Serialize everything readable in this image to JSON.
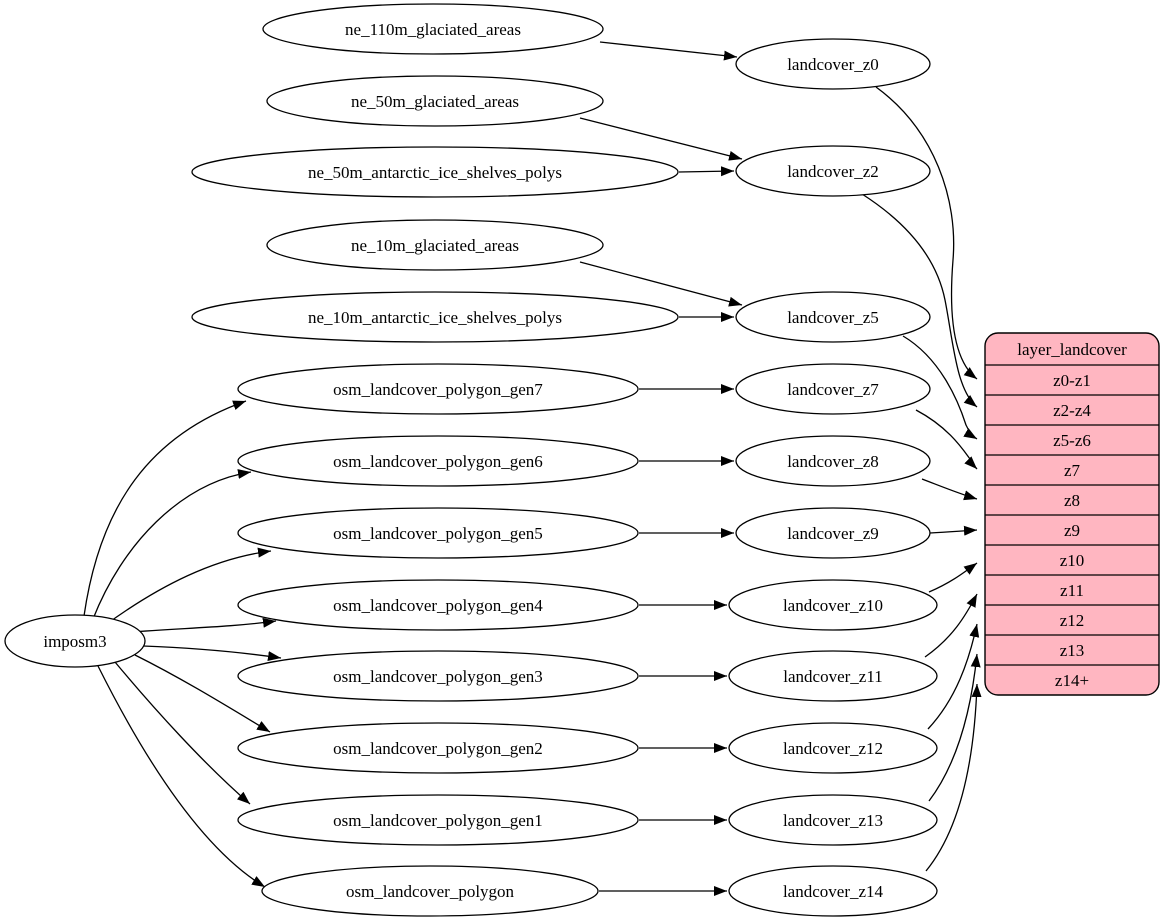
{
  "diagram": {
    "background_color": "#ffffff",
    "edge_color": "#000000",
    "node_fill": "#ffffff",
    "node_stroke": "#000000",
    "root": {
      "id": "imposm3",
      "label": "imposm3"
    },
    "sources": [
      {
        "id": "ne_110m_glaciated_areas",
        "label": "ne_110m_glaciated_areas"
      },
      {
        "id": "ne_50m_glaciated_areas",
        "label": "ne_50m_glaciated_areas"
      },
      {
        "id": "ne_50m_antarctic_ice_shelves_polys",
        "label": "ne_50m_antarctic_ice_shelves_polys"
      },
      {
        "id": "ne_10m_glaciated_areas",
        "label": "ne_10m_glaciated_areas"
      },
      {
        "id": "ne_10m_antarctic_ice_shelves_polys",
        "label": "ne_10m_antarctic_ice_shelves_polys"
      },
      {
        "id": "osm_landcover_polygon_gen7",
        "label": "osm_landcover_polygon_gen7"
      },
      {
        "id": "osm_landcover_polygon_gen6",
        "label": "osm_landcover_polygon_gen6"
      },
      {
        "id": "osm_landcover_polygon_gen5",
        "label": "osm_landcover_polygon_gen5"
      },
      {
        "id": "osm_landcover_polygon_gen4",
        "label": "osm_landcover_polygon_gen4"
      },
      {
        "id": "osm_landcover_polygon_gen3",
        "label": "osm_landcover_polygon_gen3"
      },
      {
        "id": "osm_landcover_polygon_gen2",
        "label": "osm_landcover_polygon_gen2"
      },
      {
        "id": "osm_landcover_polygon_gen1",
        "label": "osm_landcover_polygon_gen1"
      },
      {
        "id": "osm_landcover_polygon",
        "label": "osm_landcover_polygon"
      }
    ],
    "intermediates": [
      {
        "id": "landcover_z0",
        "label": "landcover_z0"
      },
      {
        "id": "landcover_z2",
        "label": "landcover_z2"
      },
      {
        "id": "landcover_z5",
        "label": "landcover_z5"
      },
      {
        "id": "landcover_z7",
        "label": "landcover_z7"
      },
      {
        "id": "landcover_z8",
        "label": "landcover_z8"
      },
      {
        "id": "landcover_z9",
        "label": "landcover_z9"
      },
      {
        "id": "landcover_z10",
        "label": "landcover_z10"
      },
      {
        "id": "landcover_z11",
        "label": "landcover_z11"
      },
      {
        "id": "landcover_z12",
        "label": "landcover_z12"
      },
      {
        "id": "landcover_z13",
        "label": "landcover_z13"
      },
      {
        "id": "landcover_z14",
        "label": "landcover_z14"
      }
    ],
    "table": {
      "title": "layer_landcover",
      "fill": "#ffb6c1",
      "stroke": "#000000",
      "rows": [
        "z0-z1",
        "z2-z4",
        "z5-z6",
        "z7",
        "z8",
        "z9",
        "z10",
        "z11",
        "z12",
        "z13",
        "z14+"
      ]
    },
    "edges": [
      {
        "from": "ne_110m_glaciated_areas",
        "to": "landcover_z0"
      },
      {
        "from": "ne_50m_glaciated_areas",
        "to": "landcover_z2"
      },
      {
        "from": "ne_50m_antarctic_ice_shelves_polys",
        "to": "landcover_z2"
      },
      {
        "from": "ne_10m_glaciated_areas",
        "to": "landcover_z5"
      },
      {
        "from": "ne_10m_antarctic_ice_shelves_polys",
        "to": "landcover_z5"
      },
      {
        "from": "imposm3",
        "to": "osm_landcover_polygon_gen7"
      },
      {
        "from": "imposm3",
        "to": "osm_landcover_polygon_gen6"
      },
      {
        "from": "imposm3",
        "to": "osm_landcover_polygon_gen5"
      },
      {
        "from": "imposm3",
        "to": "osm_landcover_polygon_gen4"
      },
      {
        "from": "imposm3",
        "to": "osm_landcover_polygon_gen3"
      },
      {
        "from": "imposm3",
        "to": "osm_landcover_polygon_gen2"
      },
      {
        "from": "imposm3",
        "to": "osm_landcover_polygon_gen1"
      },
      {
        "from": "imposm3",
        "to": "osm_landcover_polygon"
      },
      {
        "from": "osm_landcover_polygon_gen7",
        "to": "landcover_z7"
      },
      {
        "from": "osm_landcover_polygon_gen6",
        "to": "landcover_z8"
      },
      {
        "from": "osm_landcover_polygon_gen5",
        "to": "landcover_z9"
      },
      {
        "from": "osm_landcover_polygon_gen4",
        "to": "landcover_z10"
      },
      {
        "from": "osm_landcover_polygon_gen3",
        "to": "landcover_z11"
      },
      {
        "from": "osm_landcover_polygon_gen2",
        "to": "landcover_z12"
      },
      {
        "from": "osm_landcover_polygon_gen1",
        "to": "landcover_z13"
      },
      {
        "from": "osm_landcover_polygon",
        "to": "landcover_z14"
      },
      {
        "from": "landcover_z0",
        "to": "layer_landcover:z0-z1"
      },
      {
        "from": "landcover_z2",
        "to": "layer_landcover:z2-z4"
      },
      {
        "from": "landcover_z5",
        "to": "layer_landcover:z5-z6"
      },
      {
        "from": "landcover_z7",
        "to": "layer_landcover:z7"
      },
      {
        "from": "landcover_z8",
        "to": "layer_landcover:z8"
      },
      {
        "from": "landcover_z9",
        "to": "layer_landcover:z9"
      },
      {
        "from": "landcover_z10",
        "to": "layer_landcover:z10"
      },
      {
        "from": "landcover_z11",
        "to": "layer_landcover:z11"
      },
      {
        "from": "landcover_z12",
        "to": "layer_landcover:z12"
      },
      {
        "from": "landcover_z13",
        "to": "layer_landcover:z13"
      },
      {
        "from": "landcover_z14",
        "to": "layer_landcover:z14+"
      }
    ]
  }
}
